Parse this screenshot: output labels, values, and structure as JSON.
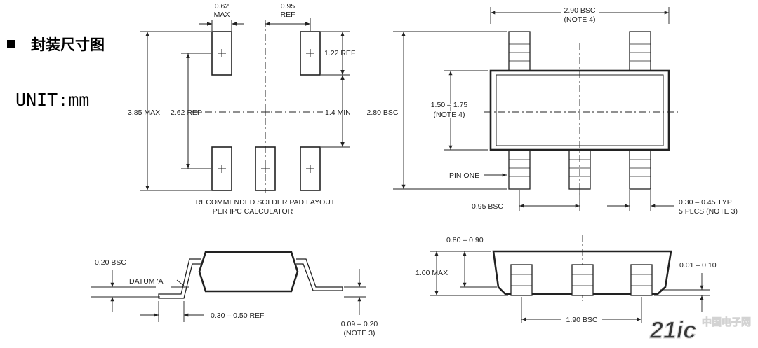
{
  "heading": "封装尺寸图",
  "unit": "UNIT:mm",
  "watermark": {
    "brand": "21ic",
    "cn": "中国电子网"
  },
  "pad_layout": {
    "pad_width": "0.62",
    "pad_width_qual": "MAX",
    "pitch": "0.95",
    "pitch_qual": "REF",
    "pad_length": "1.22 REF",
    "overall_height": "3.85 MAX",
    "center_span": "2.62 REF",
    "gap": "1.4 MIN",
    "caption_line1": "RECOMMENDED SOLDER PAD LAYOUT",
    "caption_line2": "PER IPC CALCULATOR"
  },
  "top_view": {
    "body_length": "2.90 BSC",
    "body_length_note": "(NOTE 4)",
    "overall_width": "2.80 BSC",
    "body_width": "1.50 – 1.75",
    "body_width_note": "(NOTE 4)",
    "pin_one": "PIN ONE",
    "pitch": "0.95 BSC",
    "lead_width": "0.30 – 0.45 TYP",
    "lead_width_note": "5 PLCS (NOTE 3)"
  },
  "side_view": {
    "gauge": "0.20 BSC",
    "datum": "DATUM 'A'",
    "foot_length": "0.30 – 0.50 REF",
    "lead_thickness": "0.09 – 0.20",
    "lead_thickness_note": "(NOTE 3)"
  },
  "end_view": {
    "body_thickness": "0.80 – 0.90",
    "height": "1.00 MAX",
    "standoff": "0.01 – 0.10",
    "lead_span": "1.90 BSC"
  }
}
